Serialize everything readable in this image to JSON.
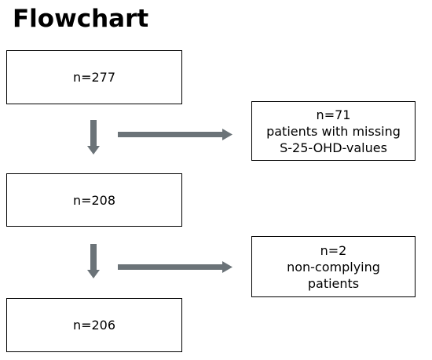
{
  "title": "Flowchart",
  "nodes": [
    {
      "id": "start",
      "lines": [
        "n=277"
      ]
    },
    {
      "id": "middle",
      "lines": [
        "n=208"
      ]
    },
    {
      "id": "final",
      "lines": [
        "n=206"
      ]
    }
  ],
  "exclusions": [
    {
      "id": "excluded-1",
      "lines": [
        "n=71",
        "patients with missing",
        "S-25-OHD-values"
      ]
    },
    {
      "id": "excluded-2",
      "lines": [
        "n=2",
        "non-complying",
        "patients"
      ]
    }
  ],
  "colors": {
    "arrow": "#6b7378",
    "border": "#000000",
    "text": "#000000"
  }
}
